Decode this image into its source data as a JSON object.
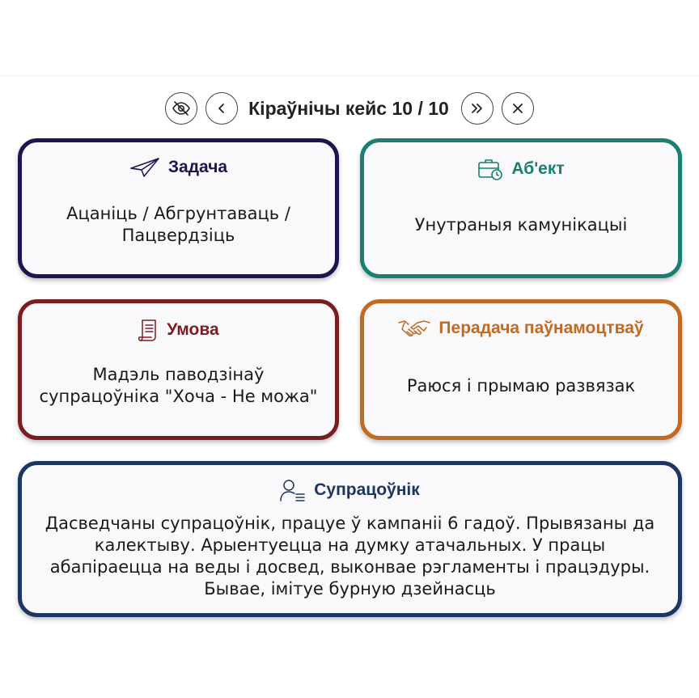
{
  "nav": {
    "title": "Кіраўнічы кейс 10 / 10",
    "icons": [
      "eye-off-icon",
      "chevron-left-icon",
      "double-chevron-right-icon",
      "close-icon"
    ]
  },
  "cards": {
    "task": {
      "label": "Задача",
      "icon": "paper-plane-icon",
      "color": "#1a1650",
      "text": "Ацаніць / Абгрунтаваць / Пацвердзіць"
    },
    "object": {
      "label": "Аб'ект",
      "icon": "briefcase-clock-icon",
      "color": "#1a7f72",
      "text": "Унутраныя камунікацыі"
    },
    "condition": {
      "label": "Умова",
      "icon": "scroll-document-icon",
      "color": "#7a1d1e",
      "text": "Мадэль паводзінаў супрацоўніка \"Хоча - Не можа\""
    },
    "delegation": {
      "label": "Перадача паўнамоцтваў",
      "icon": "handshake-icon",
      "color": "#c26a21",
      "text": "Раюся і прымаю развязак"
    },
    "employee": {
      "label": "Супрацоўнік",
      "icon": "user-list-icon",
      "color": "#1c3660",
      "text": "Дасведчаны супрацоўнік, працуе ў кампаніі 6 гадоў. Прывязаны да калектыву. Арыентуецца на думку атачальных. У працы абапіраецца на веды і досвед, выконвае рэгламенты і працэдуры. Бывае, імітуе бурную дзейнасць"
    }
  }
}
